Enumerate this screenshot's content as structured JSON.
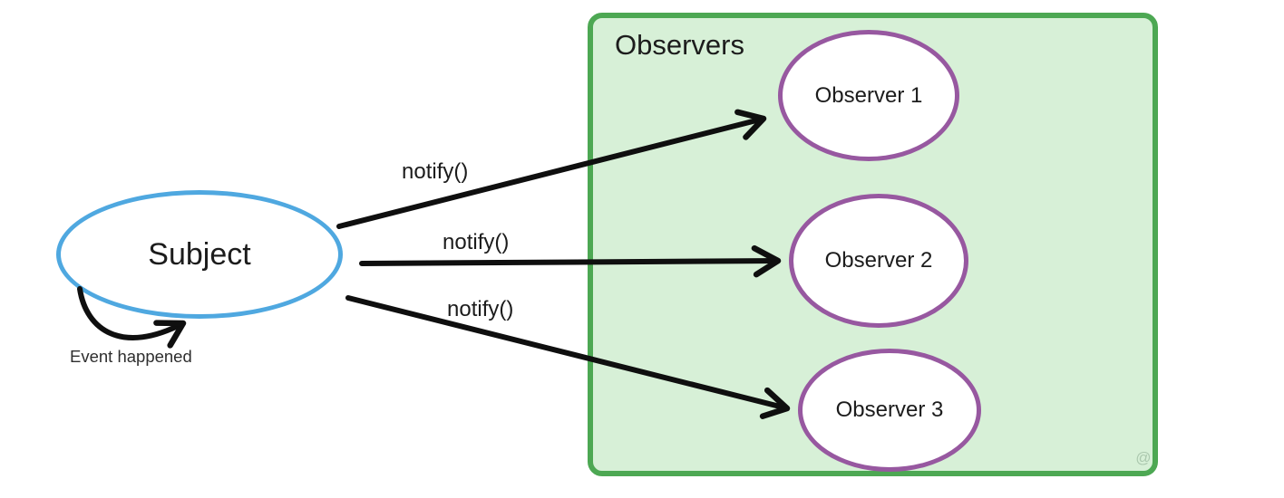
{
  "diagram": {
    "type": "observer-pattern-diagram",
    "subject": {
      "label": "Subject"
    },
    "self_loop": {
      "label": "Event happened"
    },
    "observers_group": {
      "label": "Observers"
    },
    "observers": [
      {
        "label": "Observer 1"
      },
      {
        "label": "Observer 2"
      },
      {
        "label": "Observer 3"
      }
    ],
    "arrows": [
      {
        "label": "notify()",
        "from": "Subject",
        "to": "Observer 1"
      },
      {
        "label": "notify()",
        "from": "Subject",
        "to": "Observer 2"
      },
      {
        "label": "notify()",
        "from": "Subject",
        "to": "Observer 3"
      }
    ],
    "watermark": "@",
    "colors": {
      "subject_stroke": "#4fa8e0",
      "observer_stroke": "#9758a0",
      "group_fill": "#d7f0d7",
      "group_stroke": "#4da853",
      "arrow": "#0f0f0f",
      "text": "#1c1c1c",
      "background": "#ffffff"
    }
  }
}
